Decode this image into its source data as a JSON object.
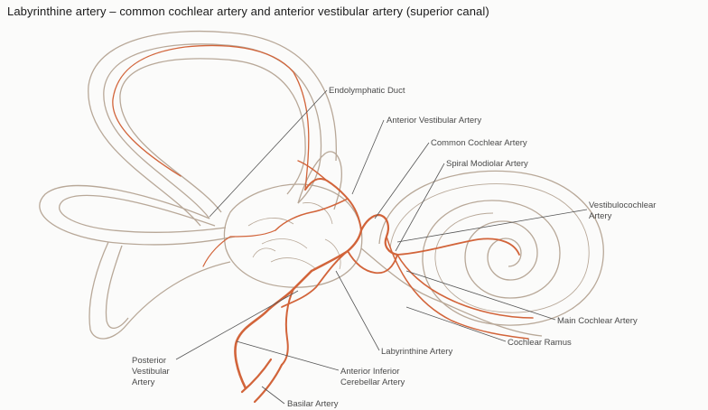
{
  "title": "Labyrinthine artery – common cochlear artery and anterior vestibular artery (superior canal)",
  "colors": {
    "artery": "#d2643a",
    "outline": "#b8a898",
    "leader": "#555555"
  },
  "labels": {
    "endolymphatic_duct": "Endolymphatic Duct",
    "anterior_vestibular_artery": "Anterior Vestibular Artery",
    "common_cochlear_artery": "Common Cochlear Artery",
    "spiral_modiolar_artery": "Spiral Modiolar Artery",
    "vestibulocochlear_artery_1": "Vestibulocochlear",
    "vestibulocochlear_artery_2": "Artery",
    "main_cochlear_artery": "Main Cochlear Artery",
    "cochlear_ramus": "Cochlear Ramus",
    "labyrinthine_artery": "Labyrinthine Artery",
    "posterior_vestibular_artery_1": "Posterior",
    "posterior_vestibular_artery_2": "Vestibular",
    "posterior_vestibular_artery_3": "Artery",
    "aica_1": "Anterior Inferior",
    "aica_2": "Cerebellar Artery",
    "basilar_artery": "Basilar Artery"
  }
}
